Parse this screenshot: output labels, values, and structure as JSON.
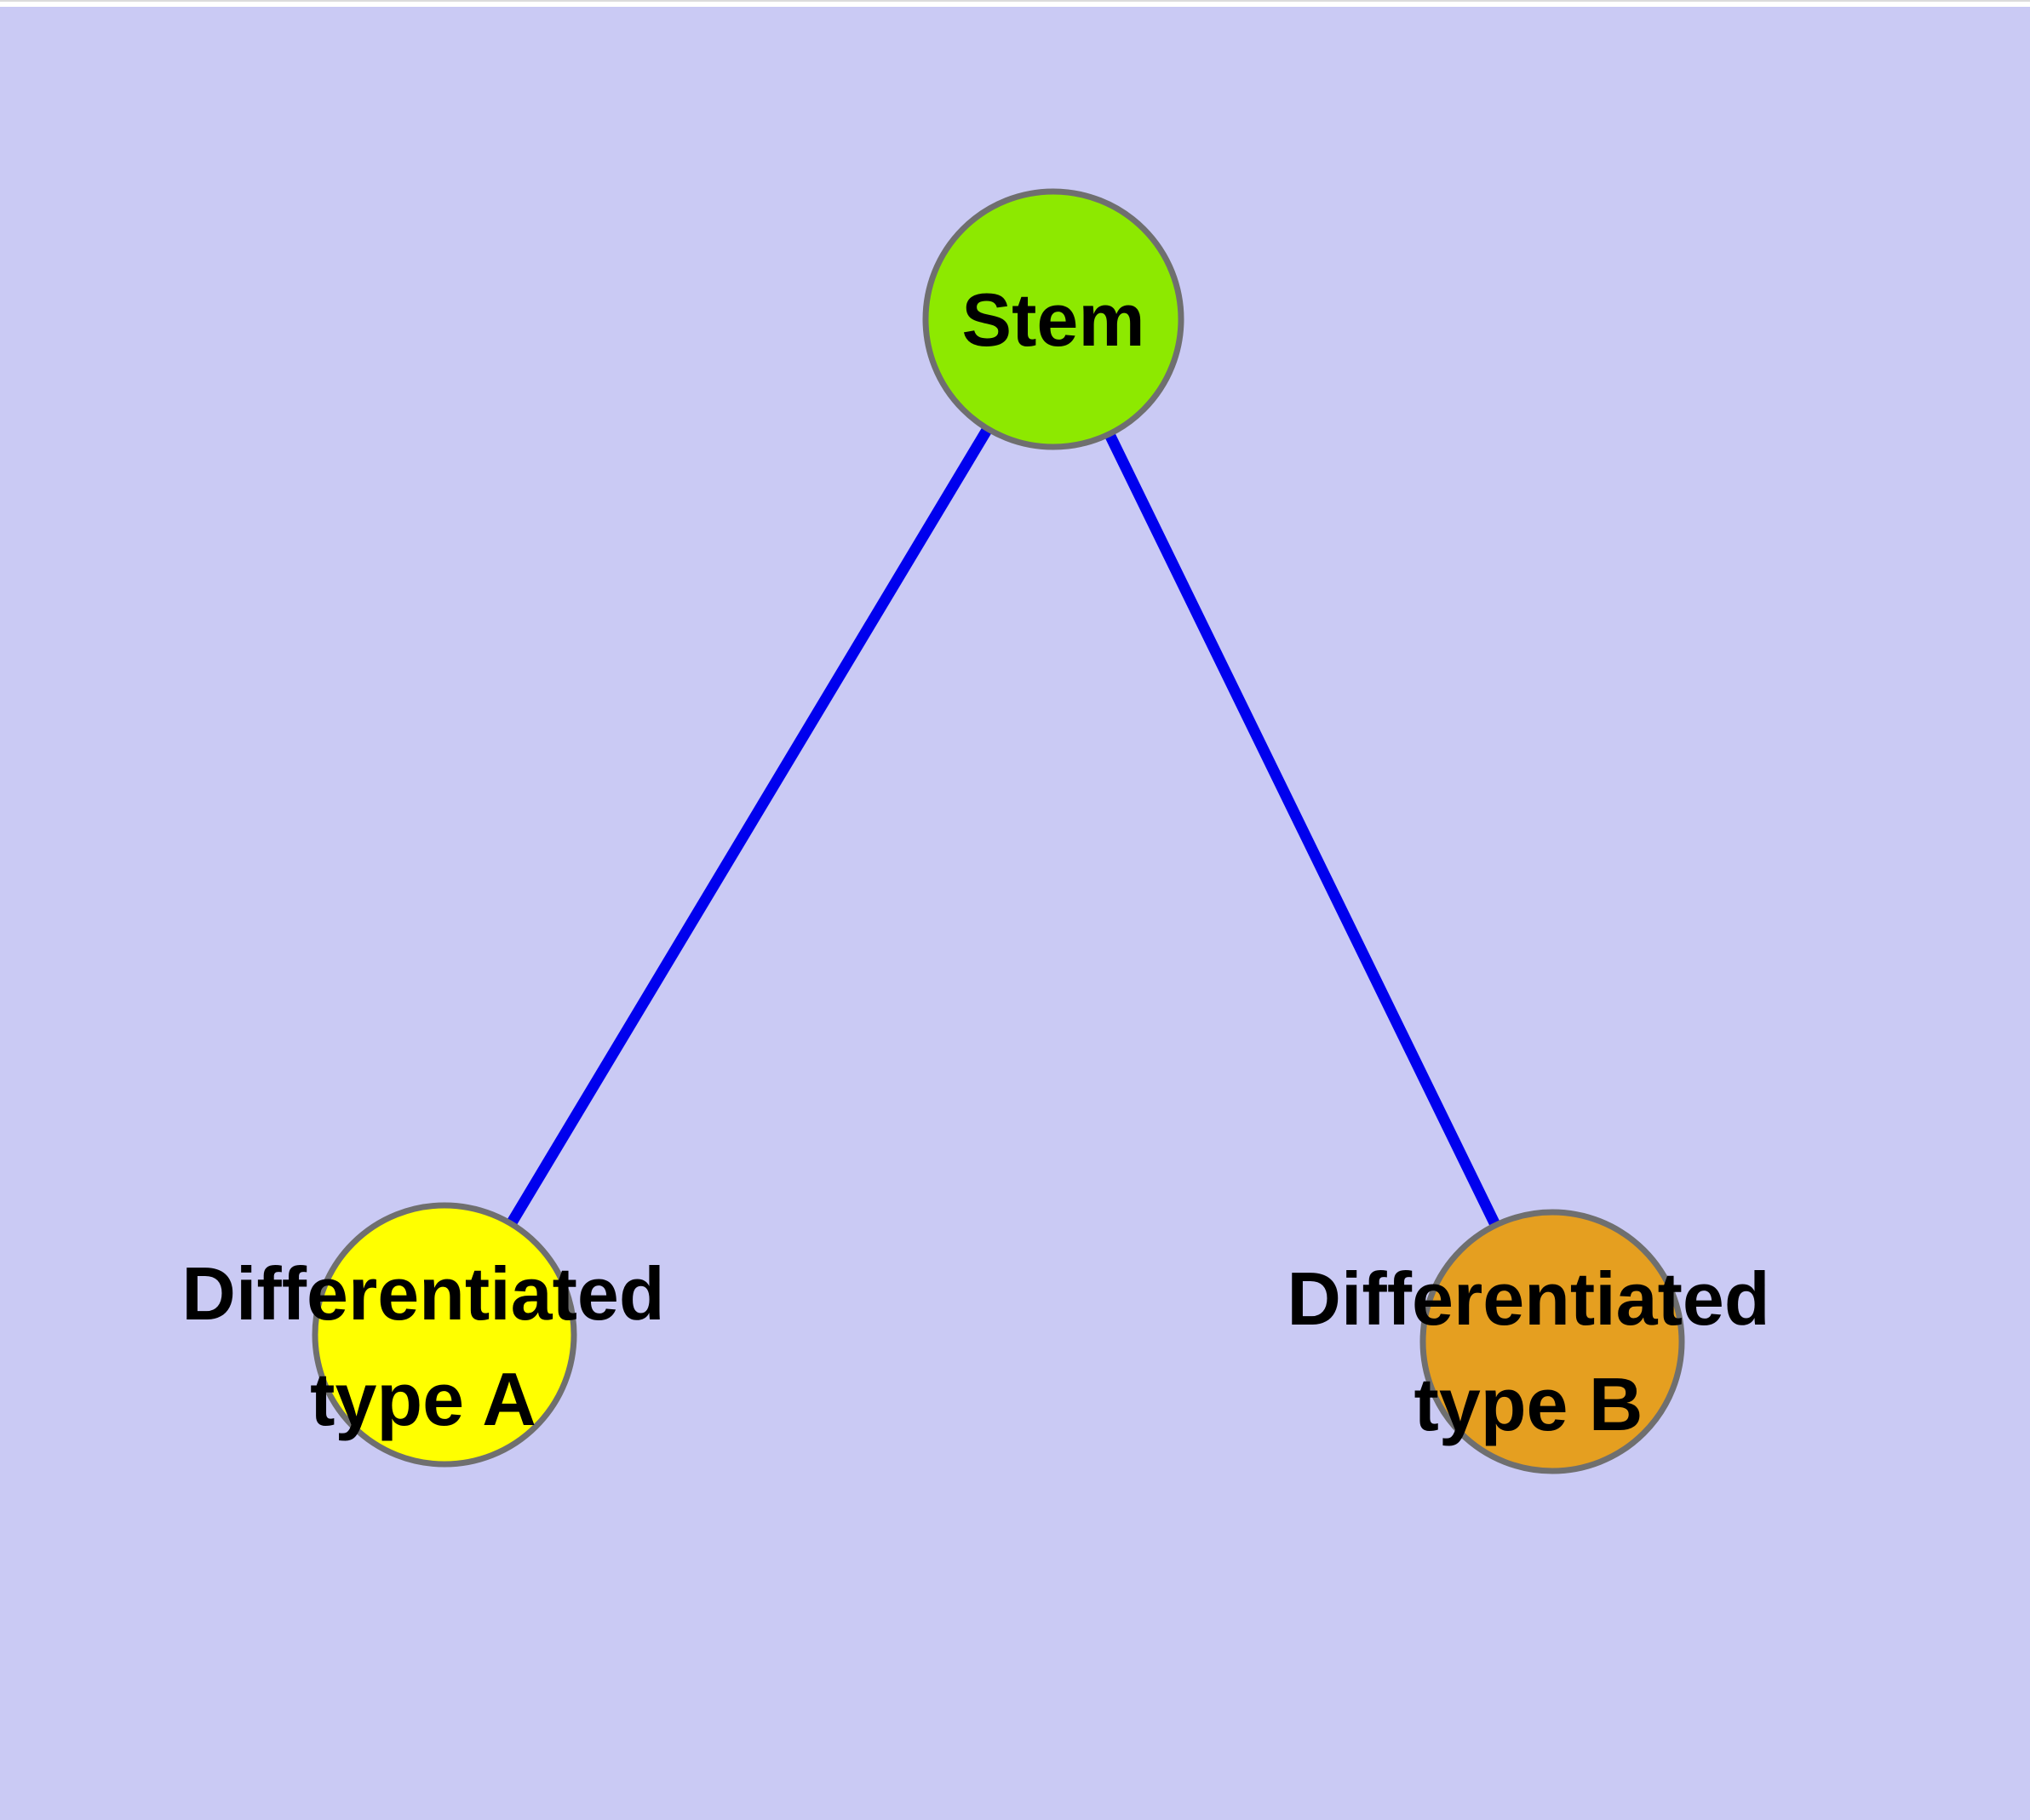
{
  "canvas": {
    "background_color": "#CACAF4",
    "top_strip_color": "#FFFFFF",
    "top_hairline_color": "#DBDBDB"
  },
  "graph": {
    "node_border_color": "#6F6F6F",
    "label_color": "#000000",
    "edge_color": "#0000EE",
    "nodes": [
      {
        "id": "stem",
        "label": "Stem",
        "fill": "#8DE900"
      },
      {
        "id": "differentiated-type-a",
        "label_line1": "Differentiated",
        "label_line2": "type A",
        "fill": "#FFFF00"
      },
      {
        "id": "differentiated-type-b",
        "label_line1": "Differentiated",
        "label_line2": "type B",
        "fill": "#E59F20"
      }
    ],
    "edges": [
      {
        "from": "stem",
        "to": "differentiated-type-a",
        "color": "#0000EE"
      },
      {
        "from": "stem",
        "to": "differentiated-type-b",
        "color": "#0000EE"
      }
    ]
  }
}
